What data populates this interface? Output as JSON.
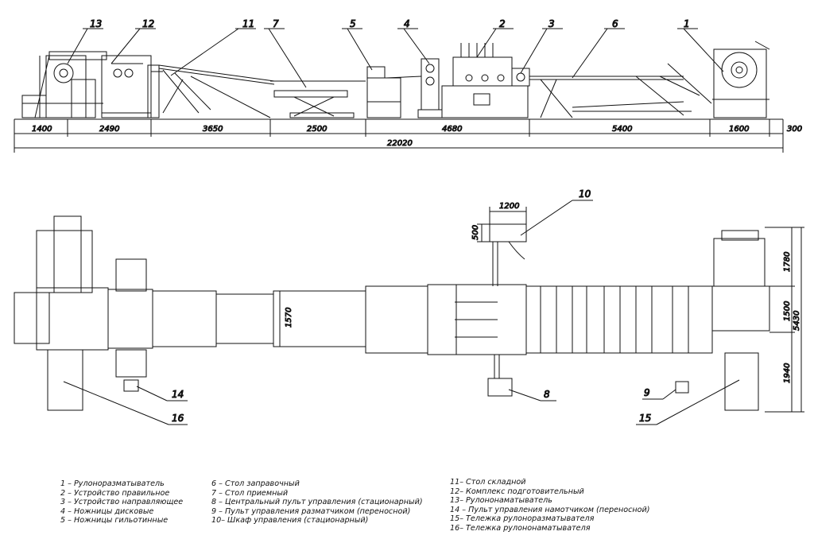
{
  "side_view": {
    "callouts": [
      {
        "id": "c13",
        "text": "13"
      },
      {
        "id": "c12",
        "text": "12"
      },
      {
        "id": "c11",
        "text": "11"
      },
      {
        "id": "c7",
        "text": "7"
      },
      {
        "id": "c5",
        "text": "5"
      },
      {
        "id": "c4",
        "text": "4"
      },
      {
        "id": "c2",
        "text": "2"
      },
      {
        "id": "c3",
        "text": "3"
      },
      {
        "id": "c6",
        "text": "6"
      },
      {
        "id": "c1",
        "text": "1"
      }
    ],
    "dimensions": [
      "1400",
      "2490",
      "3650",
      "2500",
      "4680",
      "5400",
      "1600",
      "300"
    ],
    "total_length": "22020"
  },
  "plan_view": {
    "callouts": [
      {
        "id": "p10",
        "text": "10"
      },
      {
        "id": "p14",
        "text": "14"
      },
      {
        "id": "p16",
        "text": "16"
      },
      {
        "id": "p8",
        "text": "8"
      },
      {
        "id": "p9",
        "text": "9"
      },
      {
        "id": "p15",
        "text": "15"
      }
    ],
    "dimensions": {
      "cabinet_width": "1200",
      "cabinet_depth": "500",
      "strip_width": "1570",
      "right_top": "1780",
      "right_mid": "1500",
      "right_bottom": "1940",
      "right_total": "5430"
    }
  },
  "legend": {
    "col1": [
      "1 – Рулоноразматыватель",
      "2 – Устройство правильное",
      "3 – Устройство направляющее",
      "4 – Ножницы дисковые",
      "5 – Ножницы гильотинные"
    ],
    "col2": [
      "6 – Стол заправочный",
      "7 – Стол приемный",
      "8 – Центральный пульт управления (стационарный)",
      "9 – Пульт управления разматчиком (переносной)",
      "10– Шкаф управления (стационарный)"
    ],
    "col3": [
      "11– Стол складной",
      "12– Комплекс подготовительный",
      "13– Рулононаматыватель",
      "14 – Пульт управления намотчиком (переносной)",
      "15– Тележка рулоноразматывателя",
      "16– Тележка рулононаматывателя"
    ]
  }
}
